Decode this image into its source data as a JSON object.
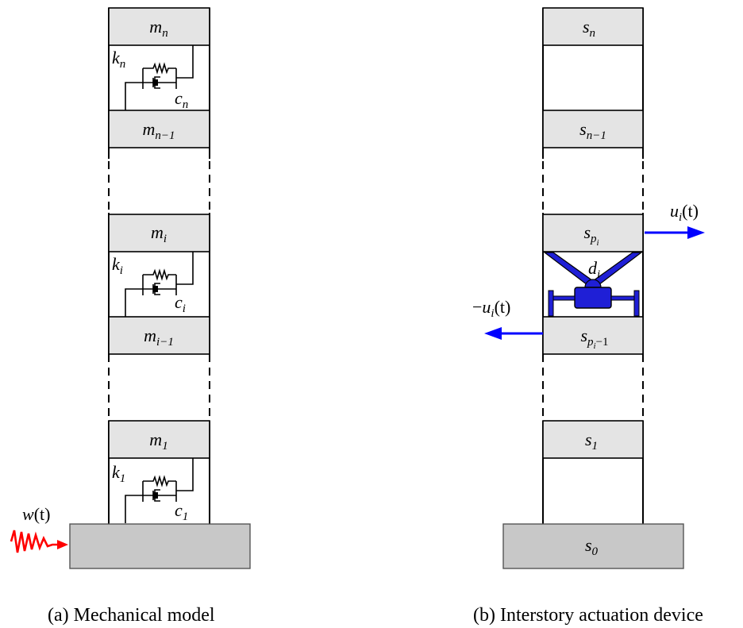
{
  "panel_a": {
    "caption": "(a) Mechanical model",
    "masses": [
      {
        "base": "m",
        "sub": "n"
      },
      {
        "base": "m",
        "sub": "n−1"
      },
      {
        "base": "m",
        "sub": "i"
      },
      {
        "base": "m",
        "sub": "i−1"
      },
      {
        "base": "m",
        "sub": "1"
      }
    ],
    "springs": [
      {
        "k": "n",
        "c": "n"
      },
      {
        "k": "i",
        "c": "i"
      },
      {
        "k": "1",
        "c": "1"
      }
    ],
    "excitation": {
      "base": "w",
      "arg": "(t)"
    },
    "colors": {
      "excitation": "#ff0000"
    }
  },
  "panel_b": {
    "caption": "(b) Interstory actuation device",
    "slabs": [
      {
        "base": "s",
        "sub": "n",
        "subsub": ""
      },
      {
        "base": "s",
        "sub": "n−1",
        "subsub": ""
      },
      {
        "base": "s",
        "sub": "p",
        "subsub": "i",
        "tail": ""
      },
      {
        "base": "s",
        "sub": "p",
        "subsub": "i",
        "tail": "−1"
      },
      {
        "base": "s",
        "sub": "1",
        "subsub": ""
      },
      {
        "base": "s",
        "sub": "0",
        "subsub": ""
      }
    ],
    "device": {
      "base": "d",
      "sub": "i"
    },
    "force_right": {
      "base": "u",
      "sub": "i",
      "arg": "(t)"
    },
    "force_left": {
      "prefix": "−",
      "base": "u",
      "sub": "i",
      "arg": "(t)"
    },
    "colors": {
      "device": "#0000cc",
      "arrow": "#0000ff"
    }
  }
}
